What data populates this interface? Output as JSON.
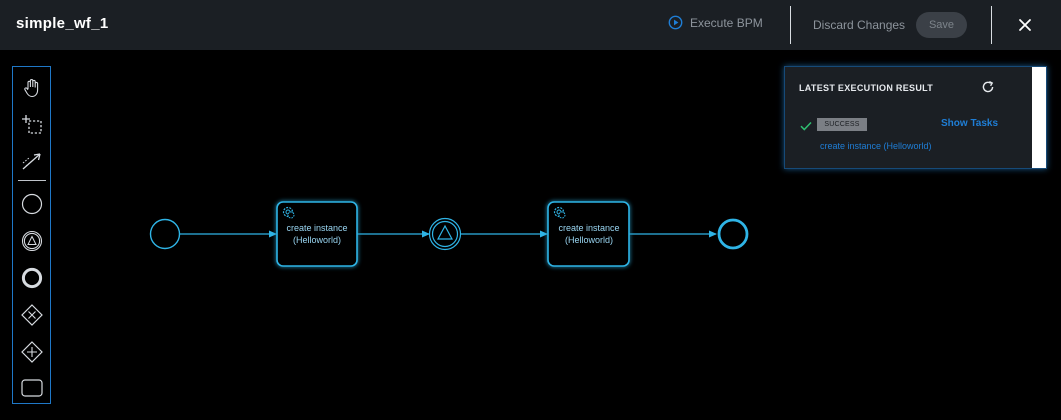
{
  "header": {
    "title": "simple_wf_1",
    "execute_label": "Execute BPM",
    "discard_label": "Discard Changes",
    "save_label": "Save",
    "close_icon": "close-icon"
  },
  "palette": {
    "tools": [
      {
        "name": "hand-tool",
        "icon": "hand-icon"
      },
      {
        "name": "lasso-tool",
        "icon": "lasso-icon"
      },
      {
        "name": "connect-tool",
        "icon": "connect-arrow-icon"
      },
      {
        "name": "start-event-tool",
        "icon": "circle-icon"
      },
      {
        "name": "intermediate-event-tool",
        "icon": "triangle-circle-icon"
      },
      {
        "name": "end-event-tool",
        "icon": "thick-circle-icon"
      },
      {
        "name": "exclusive-gateway-tool",
        "icon": "x-diamond-icon"
      },
      {
        "name": "parallel-gateway-tool",
        "icon": "plus-diamond-icon"
      },
      {
        "name": "task-tool",
        "icon": "rounded-rect-icon"
      }
    ]
  },
  "diagram": {
    "tasks": [
      {
        "line1": "create instance",
        "line2": "(Helloworld)"
      },
      {
        "line1": "create instance",
        "line2": "(Helloworld)"
      }
    ]
  },
  "result": {
    "title": "LATEST EXECUTION RESULT",
    "status": "SUCCESS",
    "show_tasks_label": "Show Tasks",
    "task_link": "create instance (Helloworld)"
  },
  "colors": {
    "accent": "#1f7ed6",
    "diagram_stroke": "#2fb4e6",
    "success": "#2fbf71",
    "header_bg": "#1b1f24"
  }
}
